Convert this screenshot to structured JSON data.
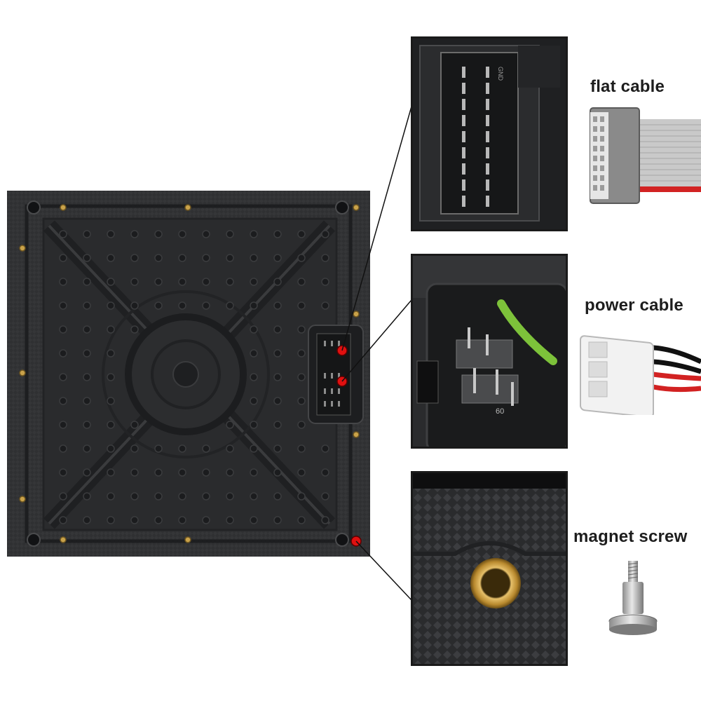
{
  "labels": {
    "flat_cable": "flat cable",
    "power_cable": "power cable",
    "magnet_screw": "magnet screw"
  },
  "colors": {
    "panel": "#2e2f31",
    "brass": "#c9a24a",
    "callout_dot": "#e01010",
    "cable_red": "#d22222",
    "connector_white": "#f2f2f2",
    "green_marker": "#7dc23a"
  },
  "icons": {
    "panel": "led-module-back-panel",
    "flat_cable": "ribbon-cable-connector",
    "power_cable": "power-cable-connector",
    "magnet_screw": "magnet-screw"
  }
}
